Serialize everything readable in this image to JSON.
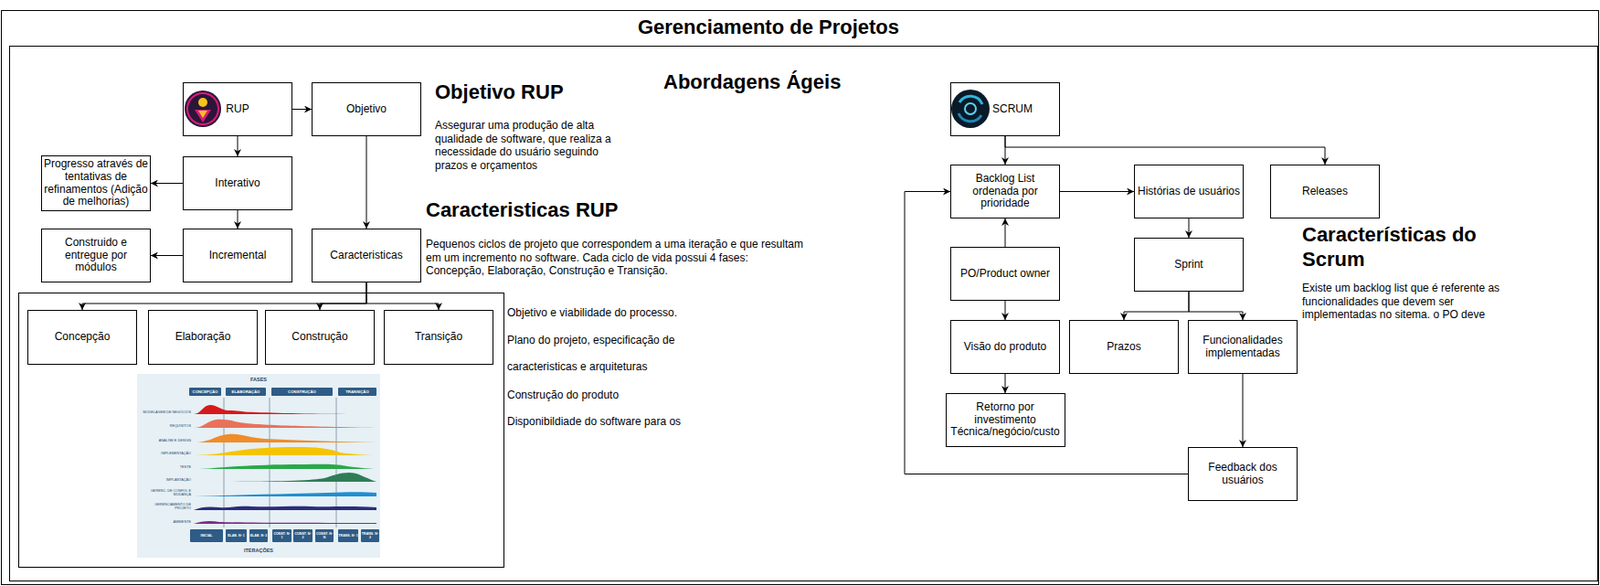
{
  "diagram": {
    "title": "Gerenciamento de Projetos",
    "nodes": [
      {
        "text": [
          "RUP"
        ]
      },
      {
        "text": [
          "Objetivo"
        ]
      },
      {
        "text": [
          "Progresso através de tentativas de refinamentos (Adição de melhorias)"
        ]
      },
      {
        "text": [
          "Interativo"
        ]
      },
      {
        "text": [
          "Construido e entregue por módulos"
        ]
      },
      {
        "text": [
          "Incremental"
        ]
      },
      {
        "text": [
          "Caracteristicas"
        ]
      },
      {
        "text": [
          "Concepção"
        ]
      },
      {
        "text": [
          "Elaboração"
        ]
      },
      {
        "text": [
          "Construção"
        ]
      },
      {
        "text": [
          "Transição"
        ]
      },
      {
        "text": [
          "SCRUM"
        ]
      },
      {
        "text": [
          "Backlog List ordenada por prioridade"
        ]
      },
      {
        "text": [
          "Histórias de usuários"
        ]
      },
      {
        "text": [
          "Releases"
        ]
      },
      {
        "text": [
          "PO/Product owner"
        ]
      },
      {
        "text": [
          "Sprint"
        ]
      },
      {
        "text": [
          "Visão do produto"
        ]
      },
      {
        "text": [
          "Prazos"
        ]
      },
      {
        "text": [
          "Funcionalidades implementadas"
        ]
      },
      {
        "text": [
          "Retorno por investimento Técnica/negócio/custo"
        ]
      },
      {
        "text": [
          "Feedback dos usuários"
        ]
      }
    ],
    "edges": [
      {
        "from": 0,
        "to": 1,
        "arrow": "to"
      },
      {
        "from": 0,
        "to": 3,
        "arrow": "to"
      },
      {
        "from": 3,
        "to": 2,
        "arrow": "to"
      },
      {
        "from": 3,
        "to": 5,
        "arrow": "to"
      },
      {
        "from": 5,
        "to": 4,
        "arrow": "to"
      },
      {
        "from": 1,
        "to": 6,
        "arrow": "to"
      },
      {
        "from": 6,
        "to": 7,
        "arrow": "to"
      },
      {
        "from": 6,
        "to": 9,
        "arrow": "to"
      },
      {
        "from": 6,
        "to": 10,
        "arrow": "to"
      },
      {
        "from": 11,
        "to": 12,
        "arrow": "to"
      },
      {
        "from": 11,
        "to": 14,
        "arrow": "to"
      },
      {
        "from": 12,
        "to": 13,
        "arrow": "to"
      },
      {
        "from": 15,
        "to": 12,
        "arrow": "to"
      },
      {
        "from": 15,
        "to": 17,
        "arrow": "to"
      },
      {
        "from": 17,
        "to": 20,
        "arrow": "to"
      },
      {
        "from": 13,
        "to": 16,
        "arrow": "to"
      },
      {
        "from": 16,
        "to": 18,
        "arrow": "to"
      },
      {
        "from": 16,
        "to": 19,
        "arrow": "to"
      },
      {
        "from": 19,
        "to": 21,
        "arrow": "to"
      },
      {
        "from": 21,
        "to": 12,
        "arrow": "to"
      }
    ],
    "labels": [
      "Abordagens Ágeis",
      "Objetivo RUP",
      "Assegurar uma produção de alta qualidade de software, que realiza a necessidade do usuário seguindo prazos e orçamentos",
      "Caracteristicas RUP",
      "Pequenos ciclos de projeto que correspondem a uma iteração e que resultam em um incremento no software. Cada ciclo de vida possui 4 fases: Concepção, Elaboração, Construção e Transição.",
      "Objetivo e viabilidade do processo.",
      "Plano do projeto, especificação de",
      "caracteristicas e arquiteturas",
      "Construção do produto",
      "Disponibildiade do software para os",
      "FASES",
      "CONCEPÇÃO",
      "ELABORAÇÃO",
      "CONSTRUÇÃO",
      "TRANSIÇÃO",
      "MODELAGEM DE NEGÓCIOS",
      "REQUISITOS",
      "ANÁLISE E DESIGN",
      "IMPLEMENTAÇÃO",
      "TESTE",
      "IMPLANTAÇÃO",
      "GERENC. DE CONFIG. E MUDANÇA",
      "GERENCIAMENTO DE PROJETO",
      "AMBIENTE",
      "INICIAL",
      "ELAB. Nº 1",
      "ELAB. Nº 2",
      "CONST. Nº 1",
      "CONST. Nº 2",
      "CONST. Nº N",
      "TRANS. Nº 1",
      "TRANS. Nº 2",
      "ITERAÇÕES",
      "Características do Scrum",
      "Existe um backlog list que é referente as funcionalidades que devem ser implementadas no sitema. o PO deve"
    ]
  }
}
